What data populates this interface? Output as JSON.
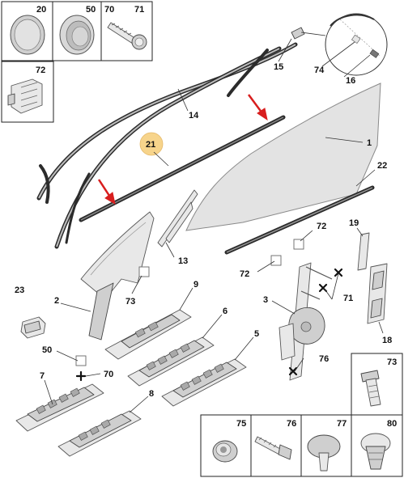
{
  "diagram": {
    "colors": {
      "glass": "#e3e3e3",
      "seal": "#2b2b2b",
      "highlight": "#f7d48b",
      "arrow": "#d81e1e",
      "line": "#333333"
    },
    "boxed_refs": {
      "top_row": [
        "20",
        "50",
        "70",
        "71"
      ],
      "left_box": "72",
      "right_column": "73",
      "bottom_row": [
        "75",
        "76",
        "77",
        "80"
      ]
    },
    "callouts": {
      "c1": "1",
      "c2": "2",
      "c3": "3",
      "c7": "7",
      "c8": "8",
      "c5": "5",
      "c6": "6",
      "c9": "9",
      "c13": "13",
      "c14": "14",
      "c15": "15",
      "c16": "16",
      "c18": "18",
      "c19": "19",
      "c21": "21",
      "c22": "22",
      "c23": "23",
      "c50": "50",
      "c70": "70",
      "c71": "71",
      "c72a": "72",
      "c72b": "72",
      "c73": "73",
      "c74": "74",
      "c76": "76"
    },
    "icons": [
      "red-arrow-icon",
      "cross-marker-icon",
      "reference-square-icon",
      "magnifier-circle-icon"
    ]
  }
}
